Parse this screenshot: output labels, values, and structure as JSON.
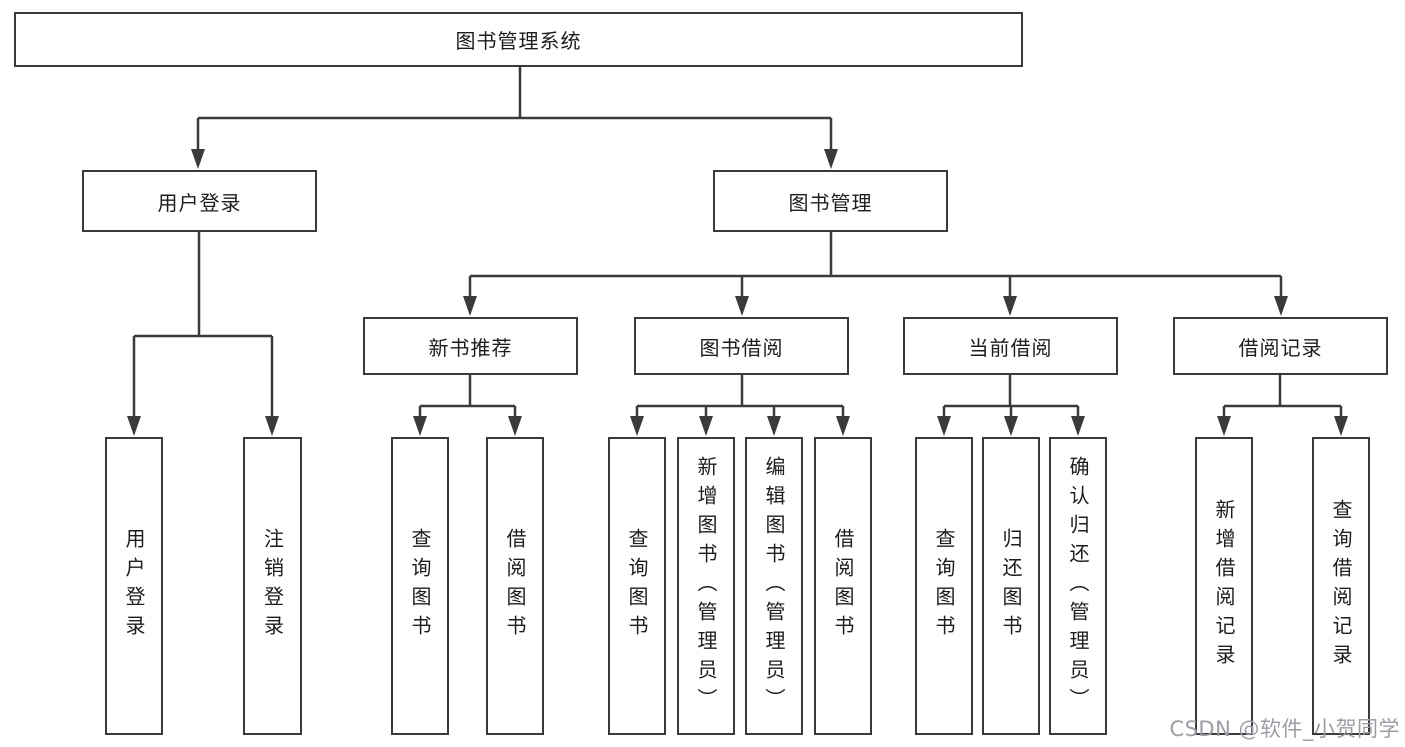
{
  "diagram_title": "图书管理系统",
  "tree": {
    "label": "图书管理系统",
    "children": [
      {
        "label": "用户登录",
        "children": [
          {
            "label": "用户登录"
          },
          {
            "label": "注销登录"
          }
        ]
      },
      {
        "label": "图书管理",
        "children": [
          {
            "label": "新书推荐",
            "children": [
              {
                "label": "查询图书"
              },
              {
                "label": "借阅图书"
              }
            ]
          },
          {
            "label": "图书借阅",
            "children": [
              {
                "label": "查询图书"
              },
              {
                "label": "新增图书（管理员）"
              },
              {
                "label": "编辑图书（管理员）"
              },
              {
                "label": "借阅图书"
              }
            ]
          },
          {
            "label": "当前借阅",
            "children": [
              {
                "label": "查询图书"
              },
              {
                "label": "归还图书"
              },
              {
                "label": "确认归还（管理员）"
              }
            ]
          },
          {
            "label": "借阅记录",
            "children": [
              {
                "label": "新增借阅记录"
              },
              {
                "label": "查询借阅记录"
              }
            ]
          }
        ]
      }
    ]
  },
  "watermark": {
    "text": "CSDN @软件_小贺同学"
  },
  "colors": {
    "line": "#3a3a3a",
    "border": "#3a3a3a",
    "text": "#1d1d1d",
    "watermark": "#9b9ea5",
    "background": "#ffffff"
  }
}
